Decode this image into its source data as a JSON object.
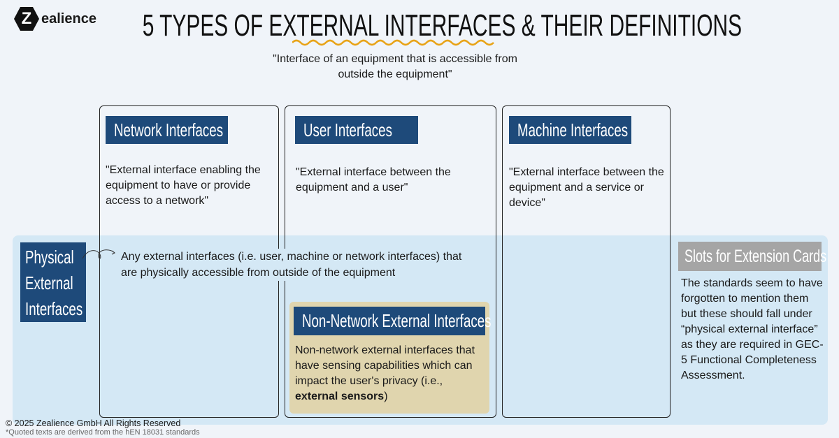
{
  "logo": {
    "mark": "Z",
    "name": "ealience"
  },
  "title": "5 TYPES OF EXTERNAL INTERFACES & THEIR DEFINITIONS",
  "definition_quote": "\"Interface of an equipment that is accessible from outside the equipment\"",
  "columns": [
    {
      "label": "Network Interfaces",
      "definition": "\"External interface enabling the equipment to have or provide access to a network\""
    },
    {
      "label": "User Interfaces",
      "definition": "\"External interface between the equipment and a user\""
    },
    {
      "label": "Machine Interfaces",
      "definition": "\"External interface between the equipment and a service or device\""
    }
  ],
  "physical": {
    "label_lines": [
      "Physical",
      "External",
      "Interfaces"
    ],
    "description": "Any external interfaces (i.e. user, machine or network interfaces) that are physically accessible from outside of the equipment"
  },
  "non_network": {
    "label": "Non-Network External Interfaces",
    "description": "Non-network external interfaces that have sensing capabilities which can impact the user's privacy (i.e., ",
    "bold": "external sensors",
    "closing": ")"
  },
  "slots": {
    "label": "Slots for Extension Cards",
    "description": "The standards seem to have forgotten to mention them but these should fall under “physical external interface” as they are required in GEC-5 Functional Completeness Assessment."
  },
  "footer": {
    "copyright": "© 2025 Zealience GmbH All Rights Reserved",
    "note": "*Quoted texts are derived from the hEN 18031 standards"
  },
  "colors": {
    "header_blue": "#1e4a7a",
    "band": "#d4e8f5",
    "non_network_bg": "#e0d5ae",
    "slots_gray": "#a5a5a5",
    "wave": "#e8a317"
  }
}
